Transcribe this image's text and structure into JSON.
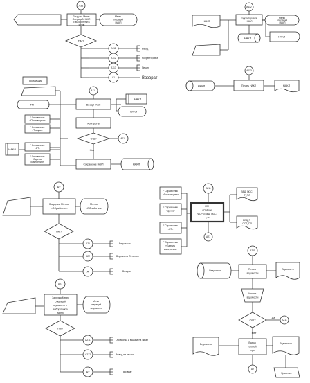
{
  "top_left": {
    "c_a11": "A11",
    "proc_load": [
      "Загрузка Меню",
      "Операций НАКЛ",
      "и выбор пункта",
      "меню"
    ],
    "menu_oper": [
      "Меню",
      "операций",
      "НАКЛ"
    ],
    "decision": "ПМ?",
    "c_a111": "A111",
    "c_a112": "A112",
    "c_a113": "A113",
    "c_a1": "A1",
    "lbl_vvod": "Ввод",
    "lbl_korr": "Корректировка",
    "lbl_print": "Печать",
    "lbl_return": "Возврат"
  },
  "top_right": {
    "c_a112": "A112",
    "doc_nakl": "НАКЛ",
    "proc_korr": [
      "Корректировка",
      "НАКЛ"
    ],
    "menu": [
      "Меню",
      "операций",
      "НАКЛ"
    ],
    "disk": "НАКЛ",
    "screen_nakl": "НАКЛ",
    "c_a113": "A113",
    "tape_nakl": "НАКЛ",
    "proc_print": "Печать НАКЛ",
    "doc_out": "НАКЛ"
  },
  "mid_left": {
    "postav": "Поставщик",
    "ttn": "ТТН",
    "c_a111": "A111",
    "proc_vvod": "Ввод НАКЛ",
    "nakl_box": "НАКЛ",
    "nakl_screen": "НАКЛ",
    "kontrol": "Контроль",
    "err": "ОШ?",
    "c_a111b": "A111",
    "no": "Нет",
    "sprav1": [
      "F Справочник",
      "«Поставщики»"
    ],
    "sprav2": [
      "F Справочник",
      "«Товары»"
    ],
    "sprav3": [
      "F Справочник",
      "«ЕТ»"
    ],
    "sprav4": [
      "F Справочник",
      "«Единиц",
      "измерения»"
    ],
    "nakl_left": "НАКЛ",
    "proc_save": "Сохранение НАКЛ",
    "disk_nakl": "НАКЛ"
  },
  "bot_left1": {
    "c_a2": "A2",
    "proc_load": [
      "Загрузка Меню",
      "«Обработка»"
    ],
    "menu": [
      "Меню",
      "«Обработка»"
    ],
    "decision": "ПМ?",
    "c_a21": "A21",
    "c_a22": "A22",
    "c_a": "A",
    "lbl_ved": "Ведомость",
    "lbl_ostat": "Ведомость Остатков",
    "lbl_return": "Возврат"
  },
  "bot_left2": {
    "c_a21": "A21",
    "proc": [
      "Загрузка Меню",
      "Операций",
      "ведомости и",
      "выбор пункта",
      "меню"
    ],
    "menu": [
      "Меню",
      "операций",
      "ведомости"
    ],
    "decision": "ПМ?",
    "c_a211": "A211",
    "c_a212": "A212",
    "c_a2": "A2",
    "lbl1": "Обработка и выдача на экран",
    "lbl2": "Вывод на печать",
    "lbl_return": "Возврат"
  },
  "mid_right": {
    "sp1": [
      "F Справочник",
      "«Поставщики»"
    ],
    "sp2": [
      "F Справочник",
      "«Цехов»"
    ],
    "sp3": [
      "F Справочник",
      "«ЕТ»"
    ],
    "sp4": [
      "F Справочник",
      "«Единиц",
      "измерения»"
    ],
    "c_a211": "A211",
    "c_a21": "A21",
    "proc": [
      "ПМ",
      "«ОБР» и",
      "ФОРМ ВЕД_ПОС",
      "ТЛ»"
    ],
    "out1": [
      "ВЕД_ПОС",
      "Т_ПЛ"
    ],
    "out2": [
      "ВЕД_П",
      "ОСТ_ПЛ"
    ]
  },
  "bot_right": {
    "c_a211": "A211",
    "disk_left": "Ведомости",
    "proc_print": [
      "Печать",
      "ведомости"
    ],
    "doc_right": "Ведомости",
    "analysis": [
      "Анализ",
      "ведомости"
    ],
    "err": "ОШ?",
    "yes": "Да",
    "c_a211b": "A211",
    "no": "Нет",
    "doc_left2": "Ведомости",
    "proc_out": [
      "Вывод",
      "готовой",
      "про"
    ],
    "doc_right2": "Ведомости",
    "c_a2": "A2",
    "arch": "Хранение"
  }
}
